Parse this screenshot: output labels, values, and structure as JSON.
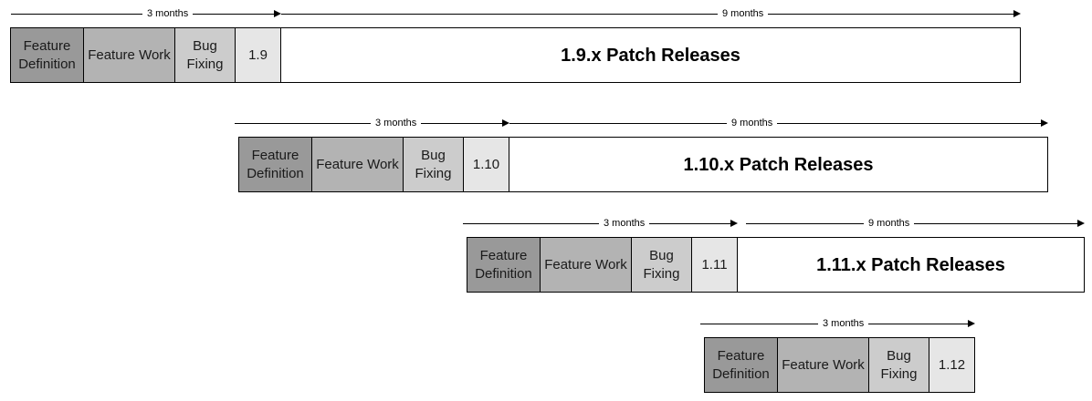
{
  "colors": {
    "feature_definition": "#999999",
    "feature_work": "#b3b3b3",
    "bug_fixing": "#cccccc",
    "release": "#e6e6e6",
    "patch": "#ffffff"
  },
  "releases": [
    {
      "dev_label": "3 months",
      "patch_label": "9 months",
      "feature_definition": "Feature Definition",
      "feature_work": "Feature Work",
      "bug_fixing": "Bug Fixing",
      "version": "1.9",
      "patch": "1.9.x Patch Releases"
    },
    {
      "dev_label": "3 months",
      "patch_label": "9 months",
      "feature_definition": "Feature Definition",
      "feature_work": "Feature Work",
      "bug_fixing": "Bug Fixing",
      "version": "1.10",
      "patch": "1.10.x Patch Releases"
    },
    {
      "dev_label": "3 months",
      "patch_label": "9 months",
      "feature_definition": "Feature Definition",
      "feature_work": "Feature Work",
      "bug_fixing": "Bug Fixing",
      "version": "1.11",
      "patch": "1.11.x Patch Releases"
    },
    {
      "dev_label": "3 months",
      "feature_definition": "Feature Definition",
      "feature_work": "Feature Work",
      "bug_fixing": "Bug Fixing",
      "version": "1.12"
    }
  ]
}
